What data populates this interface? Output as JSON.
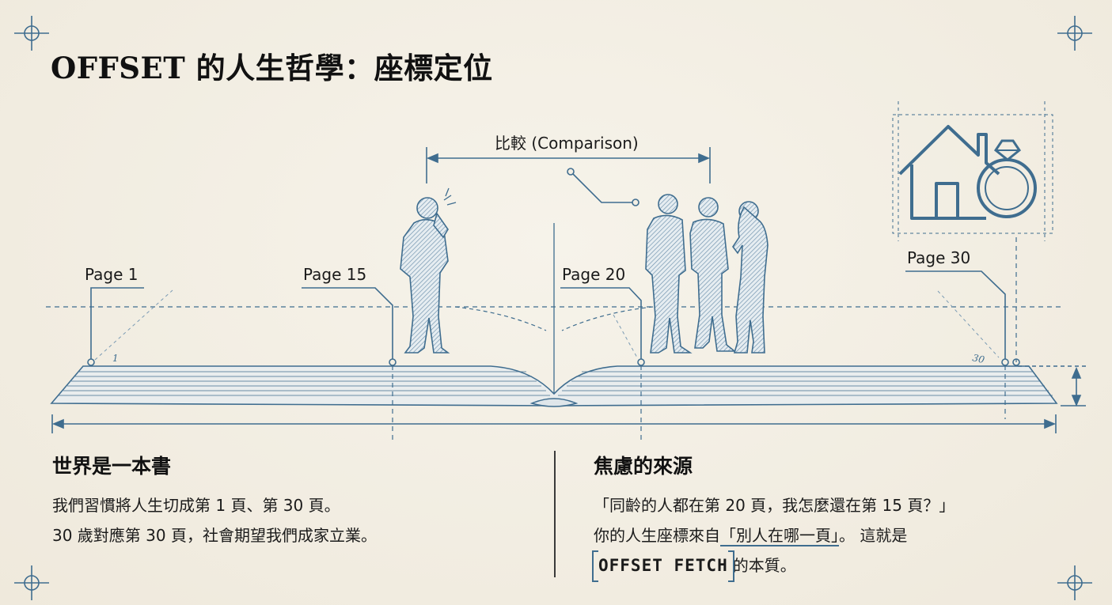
{
  "title": "OFFSET 的人生哲學：座標定位",
  "diagram": {
    "comparison_label": "比較 (Comparison)",
    "page_labels": [
      "Page 1",
      "Page 15",
      "Page 20",
      "Page 30"
    ],
    "page_numbers_on_book": [
      "1",
      "30"
    ],
    "accent_color": "#3f6d8f",
    "icons": [
      "person-on-phone-icon",
      "group-of-three-people-icon",
      "house-icon",
      "diamond-ring-icon",
      "corner-crosshair-icon"
    ]
  },
  "left_section": {
    "heading": "世界是一本書",
    "line1": "我們習慣將人生切成第 1 頁、第 30 頁。",
    "line2": "30 歲對應第 30 頁，社會期望我們成家立業。"
  },
  "right_section": {
    "heading": "焦慮的來源",
    "quote": "「同齡的人都在第 20 頁，我怎麼還在第 15 頁？」",
    "line2_prefix": "你的人生座標來自",
    "line2_highlight": "「別人在哪一頁」",
    "line2_suffix": "。 這就是",
    "keyword": "OFFSET  FETCH",
    "line3_suffix": "的本質。"
  }
}
